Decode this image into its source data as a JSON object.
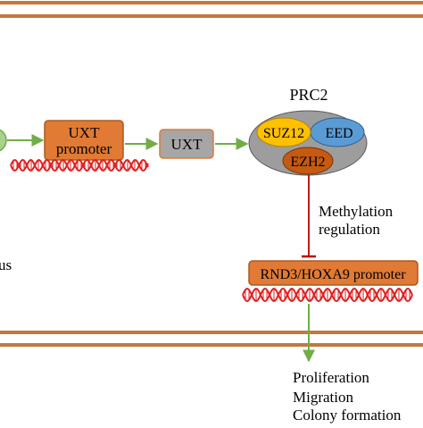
{
  "colors": {
    "border": "#c5773d",
    "orange": "#e07a34",
    "orange_dark": "#a85a22",
    "gray_box": "#a6a6a6",
    "gray_ellipse": "#9d9d9d",
    "green": "#70ad47",
    "green_light": "#a9d18e",
    "yellow": "#ffc000",
    "blue": "#5b9bd5",
    "brown": "#c55a11",
    "dna": "#e02020",
    "inhibit": "#c00000"
  },
  "nodes": {
    "uxt_promoter": "UXT\npromoter",
    "uxt": "UXT",
    "prc2_title": "PRC2",
    "suz12": "SUZ12",
    "eed": "EED",
    "ezh2": "EZH2",
    "target_promoter": "RND3/HOXA9 promoter"
  },
  "labels": {
    "methylation": "Methylation",
    "regulation": "regulation",
    "left_edge_text": "us"
  },
  "outcomes": [
    "Proliferation",
    "Migration",
    "Colony formation"
  ]
}
